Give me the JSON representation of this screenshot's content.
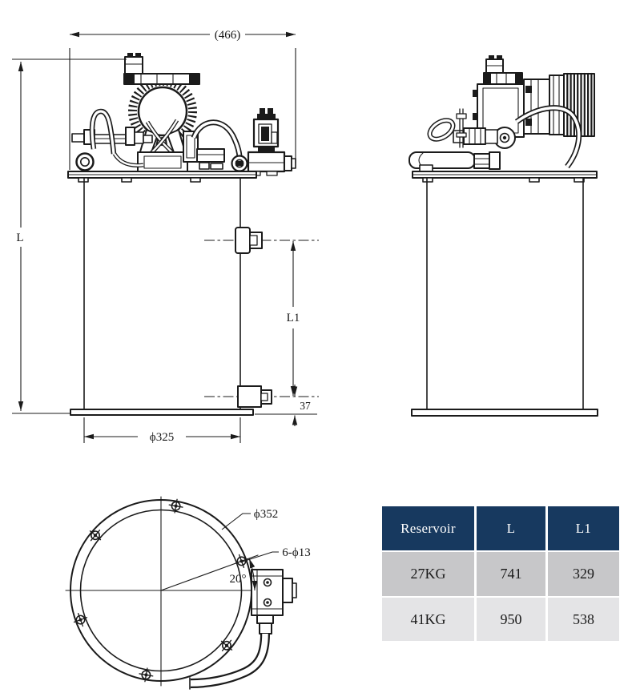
{
  "drawing": {
    "kind": "hydraulic-power-unit-outline-drawing",
    "front_view": {
      "dims": {
        "overall_width": "(466)",
        "overall_height": "L",
        "port_spacing": "L1",
        "bottom_port_offset": "37",
        "tank_diameter": "ϕ325"
      }
    },
    "top_view": {
      "dims": {
        "flange_diameter": "ϕ352",
        "bolt_holes": "6-ϕ13",
        "port_angle": "20°"
      }
    }
  },
  "table": {
    "headers": [
      "Reservoir",
      "L",
      "L1"
    ],
    "rows": [
      {
        "reservoir": "27KG",
        "l": "741",
        "l1": "329"
      },
      {
        "reservoir": "41KG",
        "l": "950",
        "l1": "538"
      }
    ],
    "colors": {
      "header_bg": "#17395f",
      "header_text": "#ffffff",
      "row1_bg": "#c7c7c9",
      "row2_bg": "#e4e4e6",
      "line_color": "#1b1b1b"
    }
  }
}
